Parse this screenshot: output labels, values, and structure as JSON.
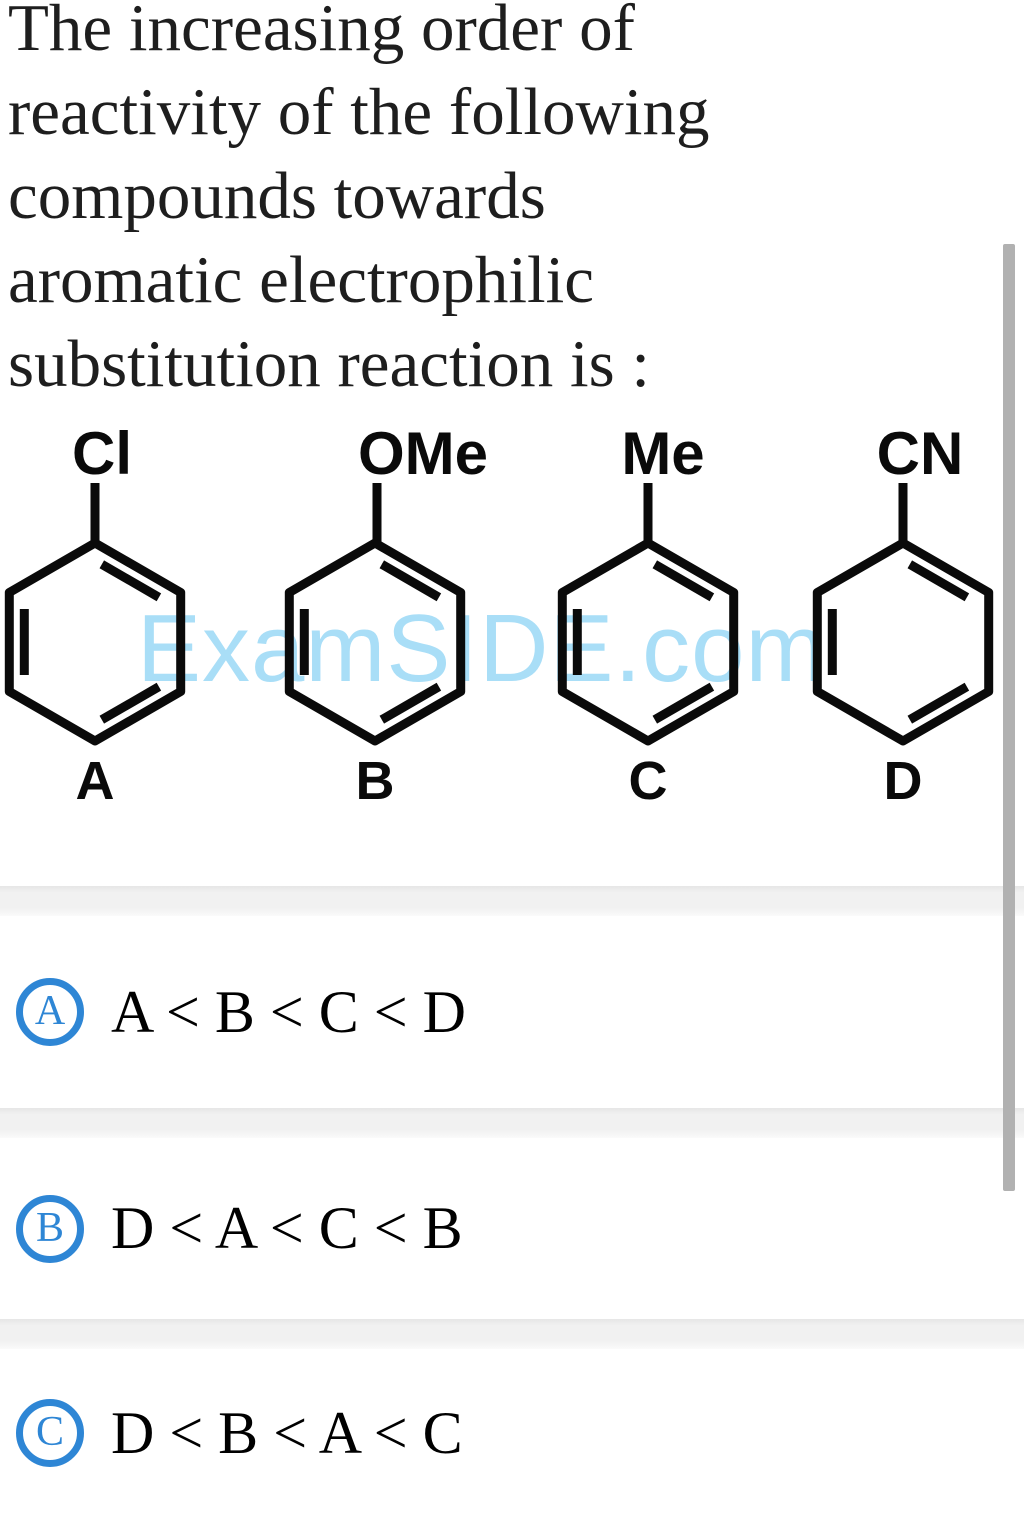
{
  "question": {
    "lines": [
      "The increasing order of",
      "reactivity of the following",
      "compounds towards",
      "aromatic electrophilic",
      "substitution reaction is :"
    ]
  },
  "compounds": [
    {
      "substituent": "Cl",
      "letter": "A"
    },
    {
      "substituent": "OMe",
      "letter": "B"
    },
    {
      "substituent": "Me",
      "letter": "C"
    },
    {
      "substituent": "CN",
      "letter": "D"
    }
  ],
  "watermark": {
    "text": "ExamSIDE.com",
    "color": "#a9def7"
  },
  "options": [
    {
      "badge": "A",
      "text": "A < B < C < D"
    },
    {
      "badge": "B",
      "text": "D < A < C < B"
    },
    {
      "badge": "C",
      "text": "D < B < A < C"
    }
  ],
  "colors": {
    "option_badge_blue": "#2e86d5",
    "structure_black": "#0a0a0a",
    "question_text": "#1e1e1e",
    "divider_gray": "#f1f1f1",
    "scrollbar_gray": "#b1b1b1"
  }
}
